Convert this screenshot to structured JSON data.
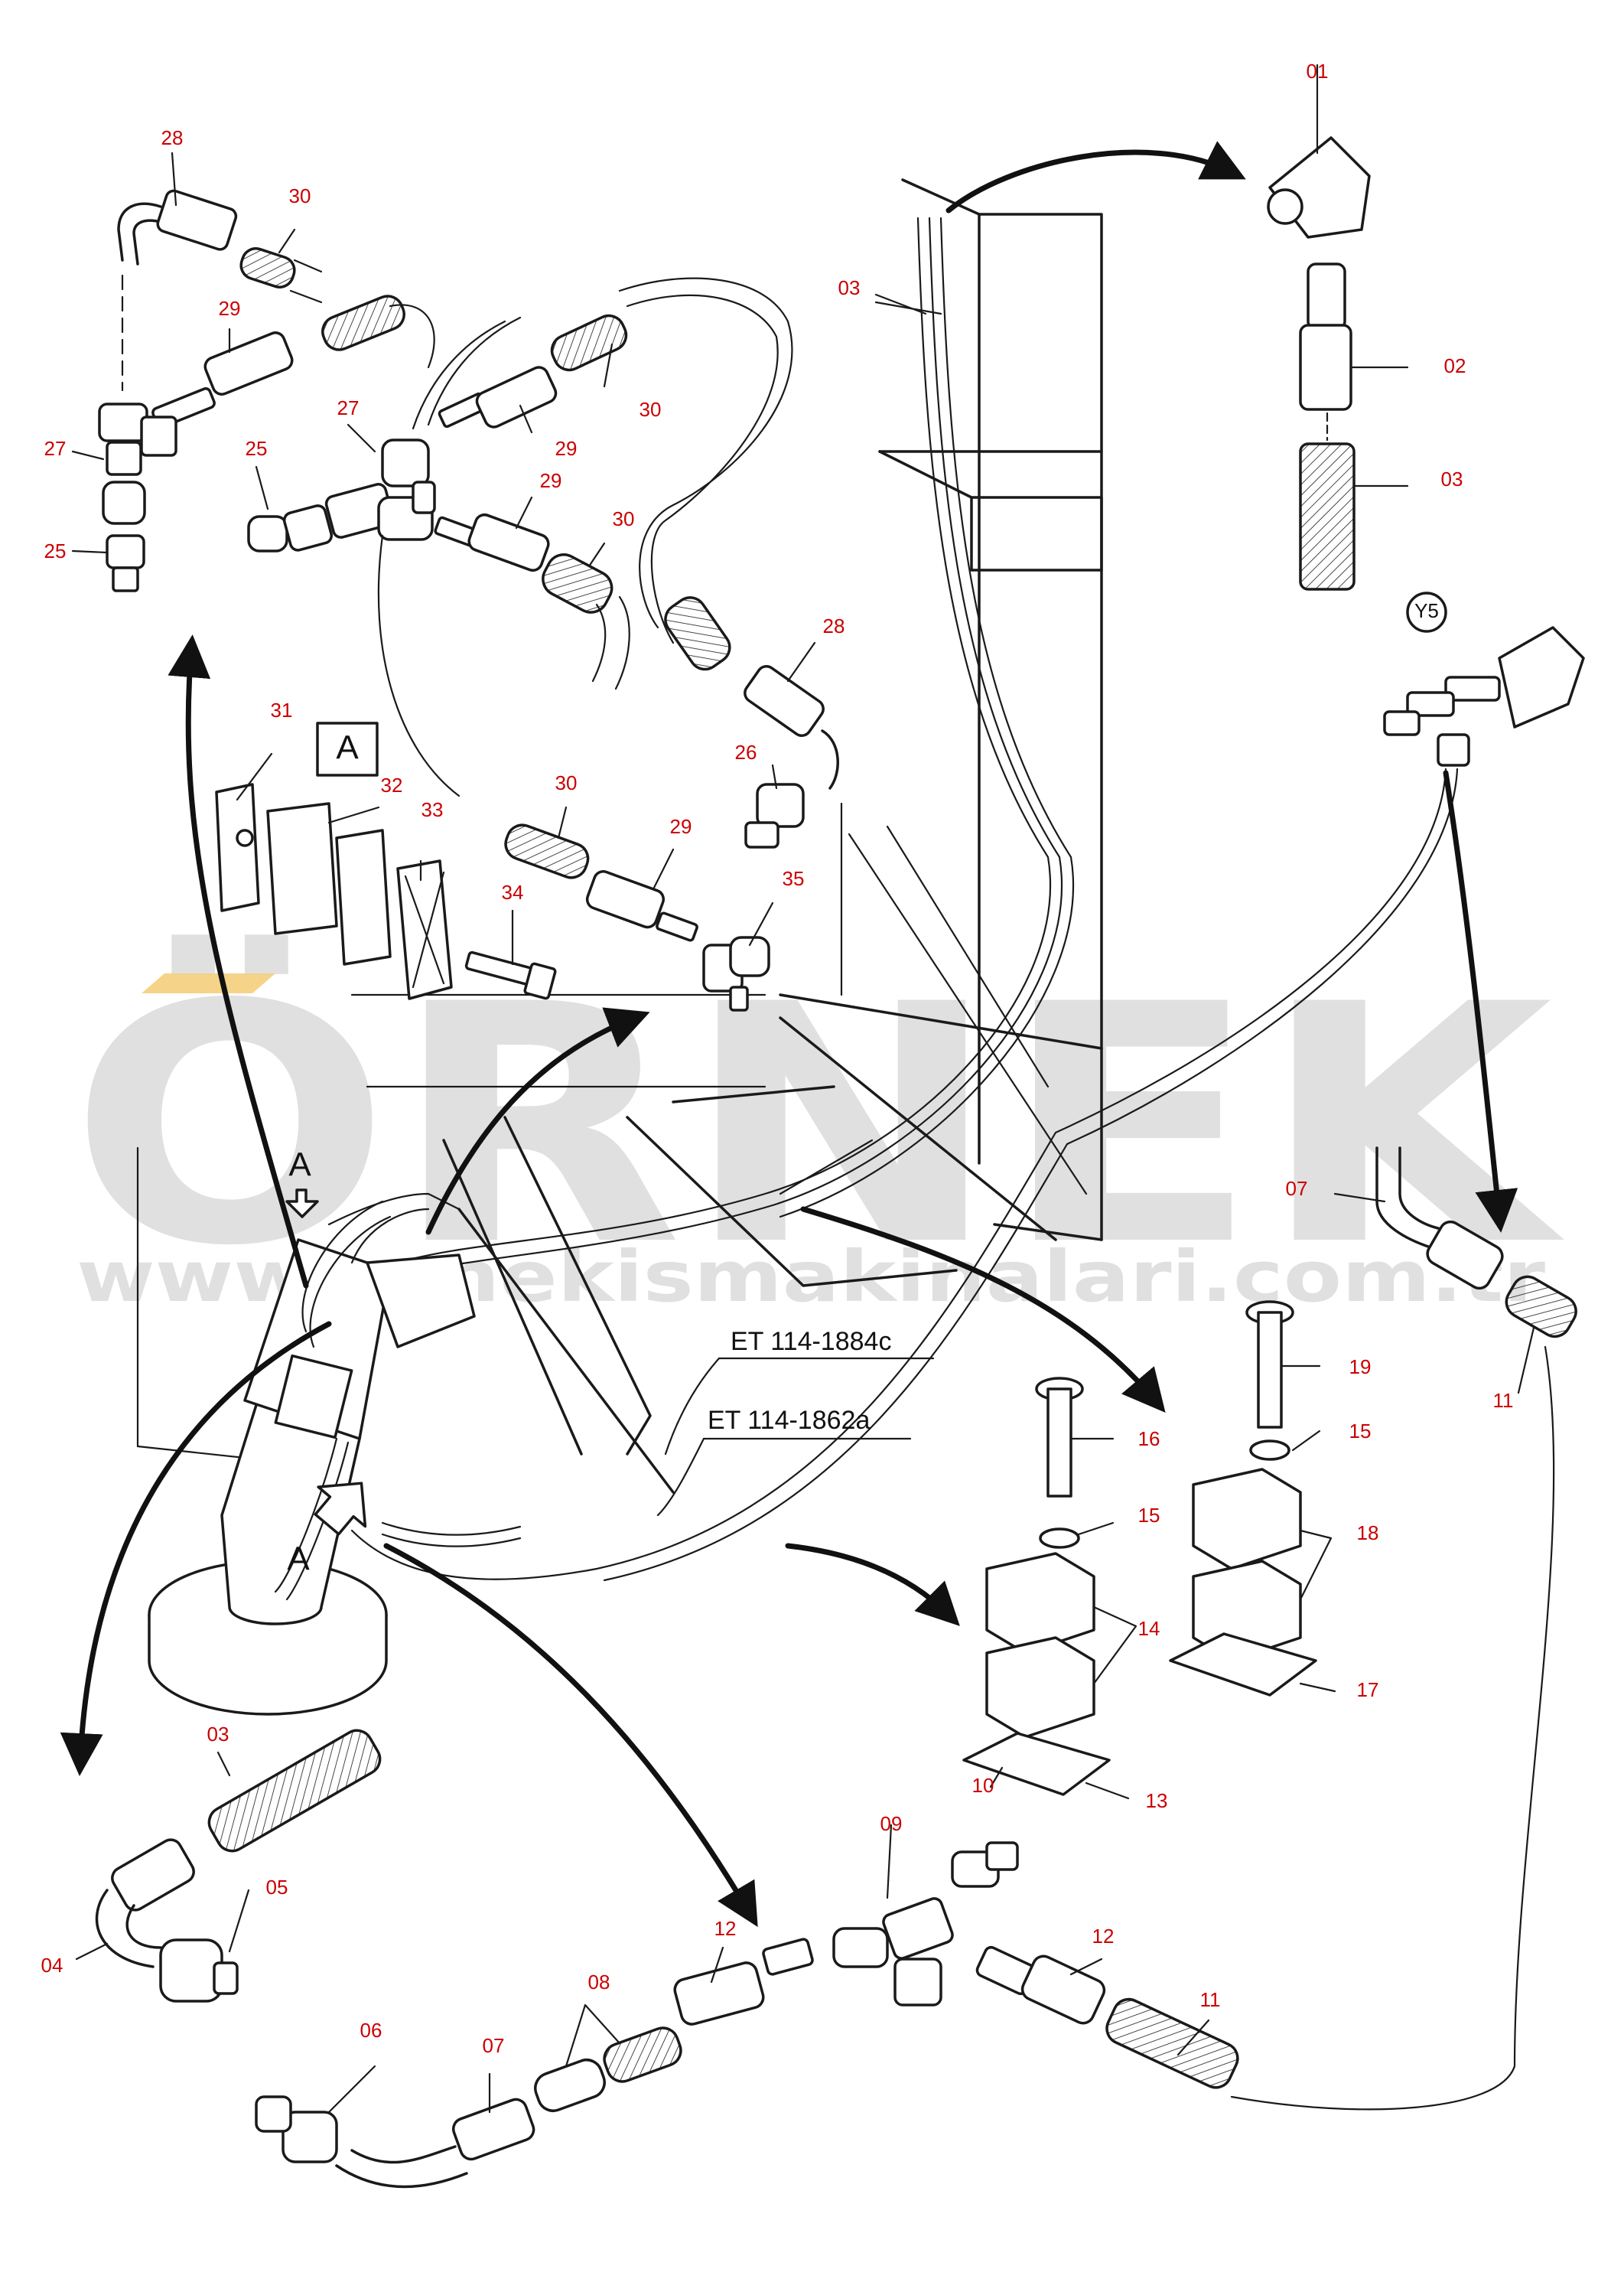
{
  "watermark": {
    "main": "ÖRNEK",
    "sub": "www.ornekismakinalari.com.tr",
    "color": "#c8c8c8",
    "accent": "#f2c96b"
  },
  "colors": {
    "callout": "#cc0000",
    "line": "#1a1a1a"
  },
  "box_label": "A",
  "view_letters": [
    "A",
    "A"
  ],
  "circled_label": "Y5",
  "references": [
    "ET 114-1884c",
    "ET 114-1862a"
  ],
  "callouts": {
    "c28a": "28",
    "c30a": "30",
    "c29a": "29",
    "c27a": "27",
    "c25a": "25",
    "c27b": "27",
    "c25b": "25",
    "c30b": "30",
    "c29b": "29",
    "c29c": "29",
    "c30c": "30",
    "c28b": "28",
    "c26": "26",
    "c31": "31",
    "c32": "32",
    "c33": "33",
    "c34": "34",
    "c30d": "30",
    "c29d": "29",
    "c35": "35",
    "c01": "01",
    "c03a": "03",
    "c02": "02",
    "c03b": "03",
    "c07a": "07",
    "c11a": "11",
    "c16": "16",
    "c15a": "15",
    "c14": "14",
    "c10": "10",
    "c13": "13",
    "c19": "19",
    "c15b": "15",
    "c18": "18",
    "c17": "17",
    "c03c": "03",
    "c05": "05",
    "c04": "04",
    "c09": "09",
    "c12a": "12",
    "c12b": "12",
    "c11b": "11",
    "c08": "08",
    "c06": "06",
    "c07b": "07"
  }
}
